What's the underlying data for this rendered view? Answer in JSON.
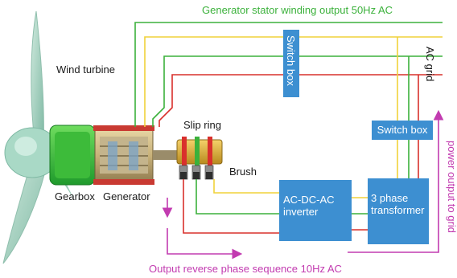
{
  "labels": {
    "top_note": "Generator stator winding output 50Hz AC",
    "bottom_note": "Output reverse phase sequence 10Hz AC",
    "side_note": "power output to grid",
    "grid": "AC grid",
    "wind_turbine": "Wind turbine",
    "gearbox": "Gearbox",
    "generator": "Generator",
    "slip_ring": "Slip ring",
    "brush": "Brush"
  },
  "boxes": {
    "switch_box_vertical": "Switch box",
    "switch_box": "Switch box",
    "inverter_line1": "AC-DC-AC",
    "inverter_line2": "inverter",
    "transformer_line1": "3 phase",
    "transformer_line2": "transformer"
  },
  "colors": {
    "green_wire": "#3bb13b",
    "yellow_wire": "#f0d23a",
    "red_wire": "#d9302c",
    "magenta_arrow": "#c23bb0",
    "box_blue": "#3d8fd1"
  },
  "icons": {
    "turbine": "wind-turbine-illustration",
    "gearbox": "gearbox-illustration",
    "generator": "generator-illustration",
    "slip_ring": "slip-ring-illustration",
    "brushes": "brush-illustration"
  }
}
